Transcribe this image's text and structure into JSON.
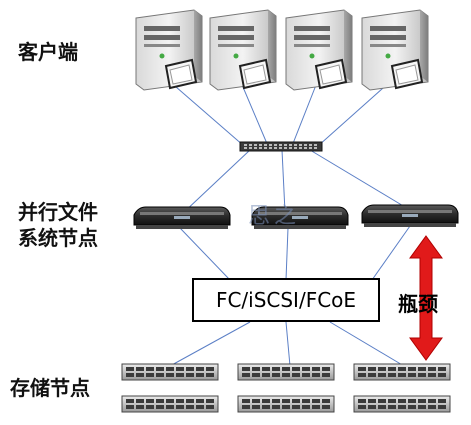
{
  "labels": {
    "clients": "客户端",
    "parallel_fs_line1": "并行文件",
    "parallel_fs_line2": "系统节点",
    "storage_nodes": "存储节点",
    "protocol": "FC/iSCSI/FCoE",
    "bottleneck": "瓶颈",
    "watermark": "思之"
  },
  "colors": {
    "link": "#5b7fc6",
    "arrow": "#e11a1a",
    "text": "#111111"
  },
  "icons": {
    "client": "desktop-computer-icon",
    "switch": "network-switch-icon",
    "pfs_node": "rack-server-icon",
    "storage": "disk-array-icon"
  }
}
